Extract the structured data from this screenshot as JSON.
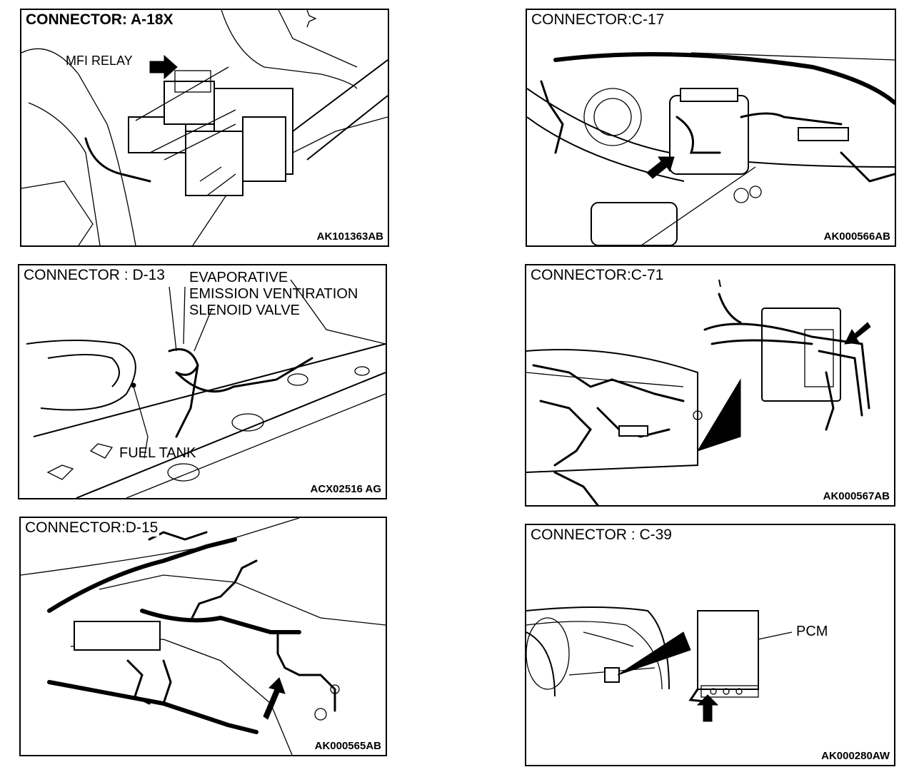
{
  "panels": [
    {
      "id": "a18x",
      "title": "CONNECTOR: A-18X",
      "code": "AK101363AB",
      "labels": [
        "MFI RELAY"
      ]
    },
    {
      "id": "c17",
      "title": "CONNECTOR:C-17",
      "code": "AK000566AB",
      "labels": []
    },
    {
      "id": "d13",
      "title": "CONNECTOR : D-13",
      "code": "ACX02516 AG",
      "labels": [
        "EVAPORATIVE",
        "EMISSION VENTIRATION",
        "SLENOID VALVE",
        "FUEL TANK"
      ]
    },
    {
      "id": "c71",
      "title": "CONNECTOR:C-71",
      "code": "AK000567AB",
      "labels": []
    },
    {
      "id": "d15",
      "title": "CONNECTOR:D-15",
      "code": "AK000565AB",
      "labels": []
    },
    {
      "id": "c39",
      "title": "CONNECTOR : C-39",
      "code": "AK000280AW",
      "labels": [
        "PCM"
      ]
    }
  ]
}
